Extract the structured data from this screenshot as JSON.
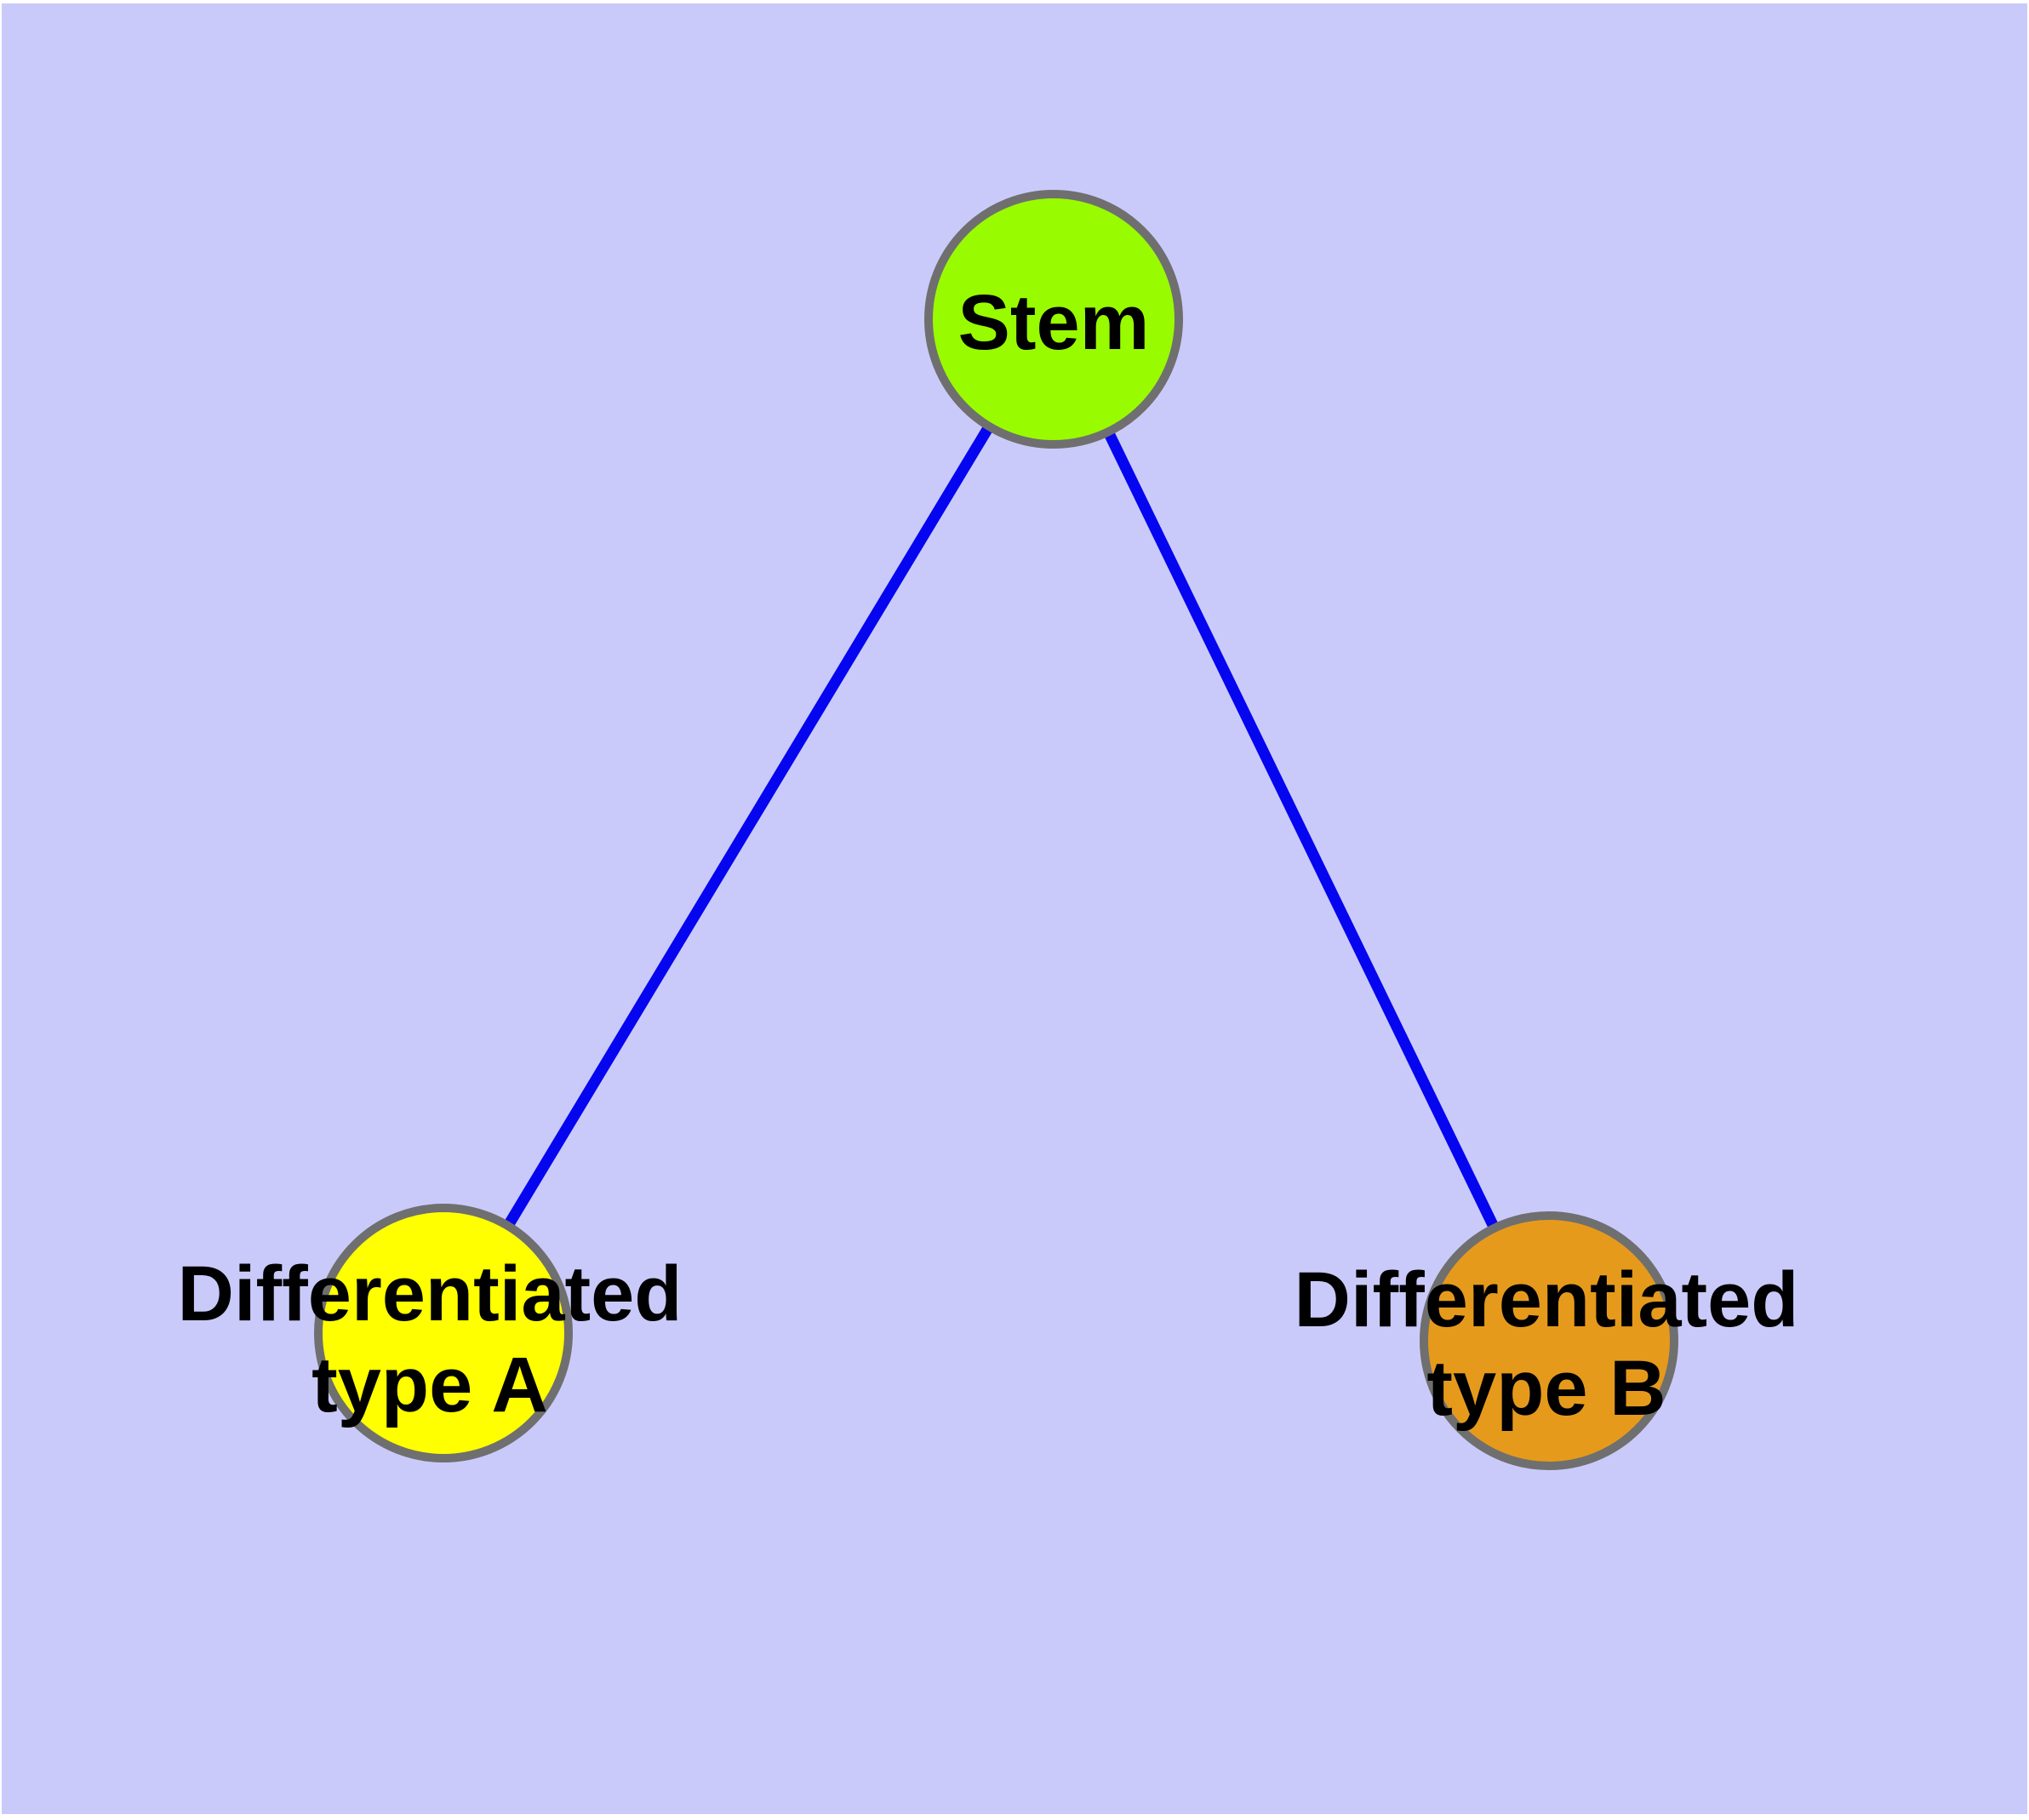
{
  "diagram": {
    "description": "Cell differentiation graph: a stem node connected to two differentiated cell type nodes",
    "background_color": "#CACAFA",
    "edge_color": "#0505F0",
    "node_border_color": "#6F6F6F",
    "label_color": "#000000",
    "nodes": [
      {
        "id": "stem",
        "label": "Stem",
        "label_lines": [
          "Stem"
        ],
        "color": "#99FB00",
        "shape": "circle"
      },
      {
        "id": "type-a",
        "label": "Differentiated type A",
        "label_lines": [
          "Differentiated",
          "type A"
        ],
        "color": "#FFFF00",
        "shape": "circle"
      },
      {
        "id": "type-b",
        "label": "Differentiated type B",
        "label_lines": [
          "Differentiated",
          "type B"
        ],
        "color": "#E69A1C",
        "shape": "circle"
      }
    ],
    "edges": [
      {
        "from": "stem",
        "to": "type-a"
      },
      {
        "from": "stem",
        "to": "type-b"
      }
    ]
  }
}
